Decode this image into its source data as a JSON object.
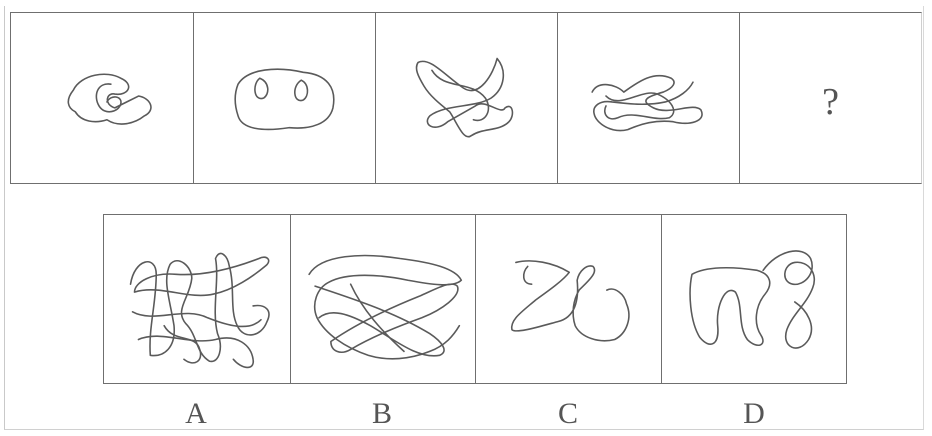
{
  "question_row": {
    "figures": [
      {
        "name": "figure-1",
        "kind": "scribble"
      },
      {
        "name": "figure-2",
        "kind": "scribble"
      },
      {
        "name": "figure-3",
        "kind": "scribble"
      },
      {
        "name": "figure-4",
        "kind": "scribble"
      }
    ],
    "unknown_symbol": "?"
  },
  "options": [
    {
      "label": "A"
    },
    {
      "label": "B"
    },
    {
      "label": "C"
    },
    {
      "label": "D"
    }
  ],
  "colors": {
    "line": "#5a5a5a",
    "border": "#6f6f6f",
    "background": "#ffffff"
  }
}
